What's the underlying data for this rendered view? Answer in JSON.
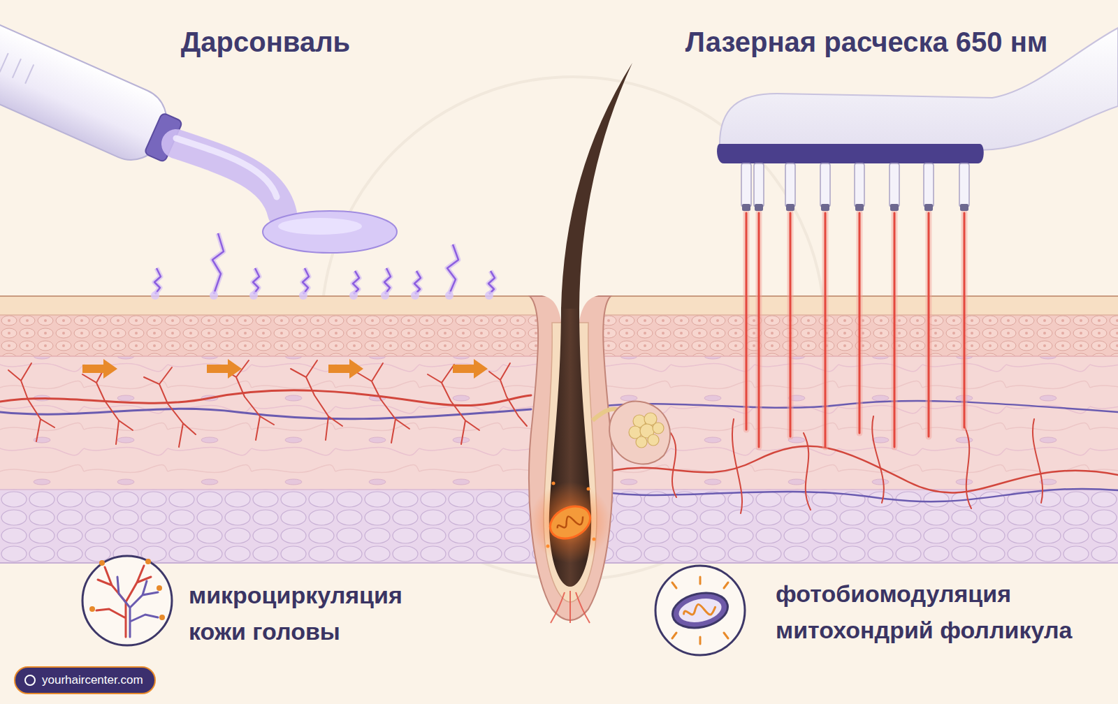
{
  "diagram": {
    "nodes": [
      {
        "text": [
          "микроциркуляция кожи головы"
        ]
      },
      {
        "text": [
          "фотобиомодуляция митохондрий фолликула"
        ]
      },
      {
        "text": [
          "yourhaircenter.com"
        ]
      }
    ],
    "labels": [
      "Дарсонваль",
      "Лазерная расческа 650 нм"
    ]
  }
}
